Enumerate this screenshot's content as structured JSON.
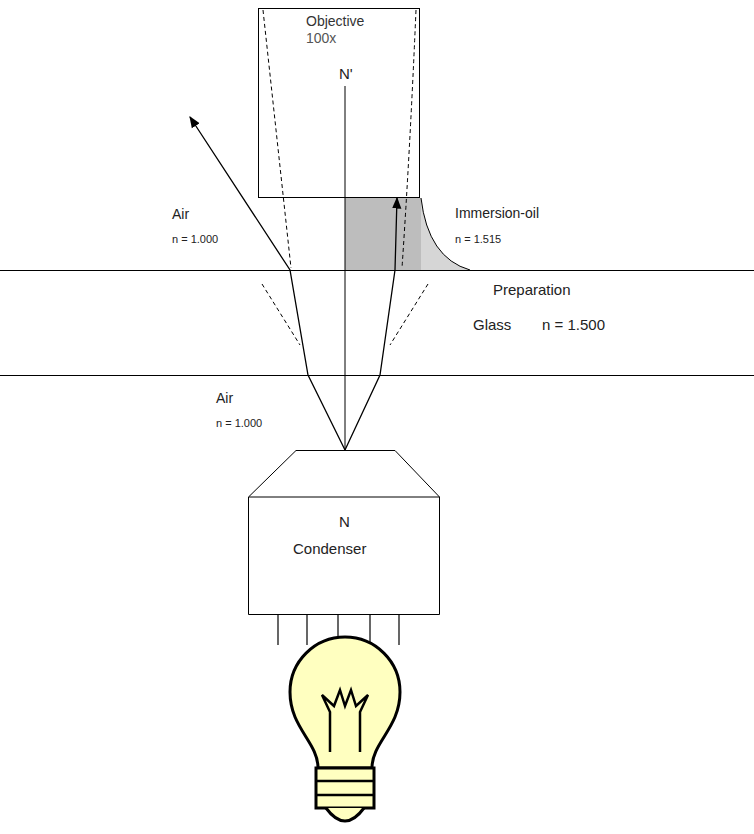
{
  "diagram": {
    "nodes": [
      {
        "text": [
          "Objective",
          "100x"
        ]
      },
      {
        "text": [
          "Preparation",
          "Glass",
          "n = 1.500"
        ]
      },
      {
        "text": [
          "Condenser"
        ]
      }
    ],
    "edges": [
      {
        "from": 2,
        "to": 0,
        "arrow": "to"
      }
    ],
    "labels": [
      "N'",
      "Air",
      "n = 1.000",
      "Immersion-oil",
      "n = 1.515",
      "Air",
      "n = 1.000",
      "N"
    ]
  }
}
